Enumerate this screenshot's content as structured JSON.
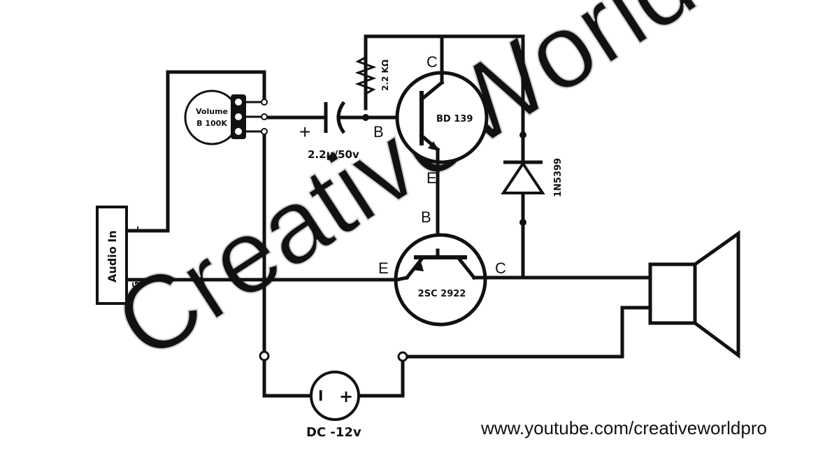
{
  "watermark": "CreativeWorld",
  "footer_url": "www.youtube.com/creativeworldpro",
  "audio_input": {
    "label": "Audio In",
    "pin_left": "L",
    "pin_ground": "G"
  },
  "volume_pot": {
    "line1": "Volume",
    "line2": "B 100K"
  },
  "capacitor": {
    "label": "2.2µ/50v",
    "polarity": "+"
  },
  "resistor": {
    "label": "2.2 KΩ"
  },
  "transistor_1": {
    "name": "BD 139",
    "collector": "C",
    "base": "B",
    "emitter": "E"
  },
  "transistor_2": {
    "name": "2SC 2922",
    "base": "B",
    "emitter": "E",
    "collector": "C"
  },
  "diode": {
    "name": "1N5399"
  },
  "dc_source": {
    "label": "DC -12v",
    "neg_symbol": "I",
    "pos_symbol": "+"
  },
  "colors": {
    "ink": "#111111",
    "watermark": "#cfcfcf",
    "background": "#ffffff"
  }
}
